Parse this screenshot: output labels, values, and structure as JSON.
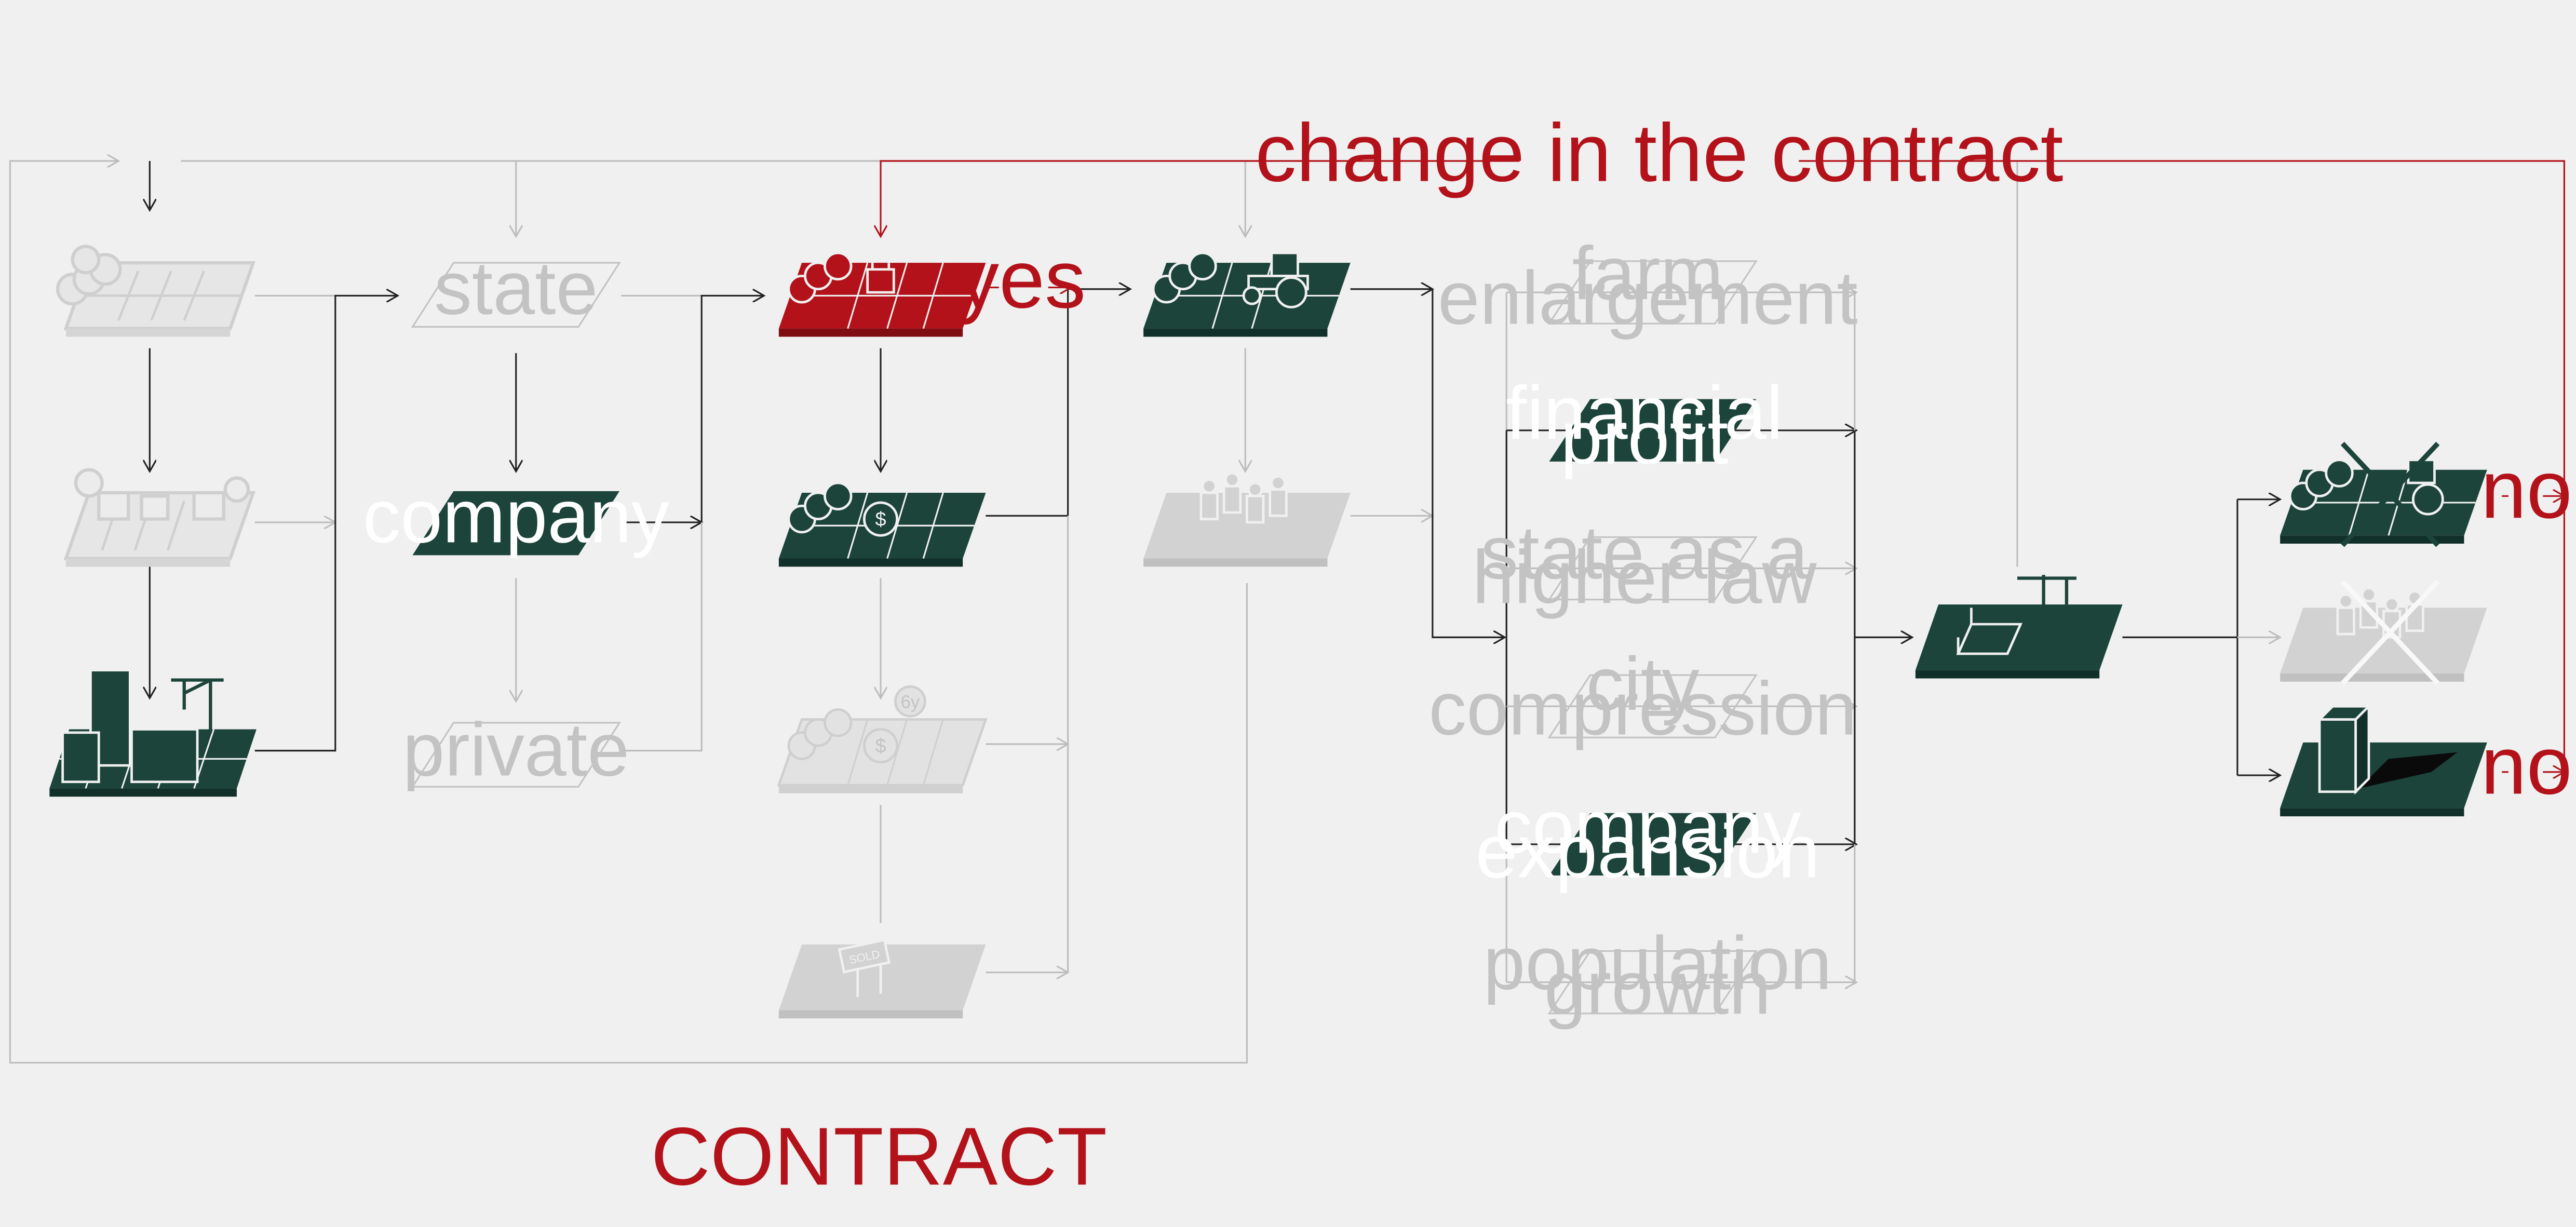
{
  "colors": {
    "background": "#f0f0f0",
    "dark_green": "#1c443a",
    "grey_fill": "#cfcfcf",
    "grey_line": "#bdbdbd",
    "red": "#b3121a",
    "black_line": "#222222"
  },
  "labels": {
    "state": "state",
    "company": "company",
    "private": "private",
    "yes": "yes",
    "change_contract": "change in the contract",
    "no_top": "no",
    "no_bottom": "no",
    "contract": "CONTRACT",
    "sold_sign": "SOLD",
    "years_badge": "6y"
  },
  "goals": [
    {
      "line1": "farm",
      "line2": "enlargement",
      "state": "inactive"
    },
    {
      "line1": "financial",
      "line2": "profit",
      "state": "active"
    },
    {
      "line1": "state as a",
      "line2": "higher law",
      "state": "inactive"
    },
    {
      "line1": "city",
      "line2": "compression",
      "state": "inactive"
    },
    {
      "line1": "company",
      "line2": "expansion",
      "state": "active"
    },
    {
      "line1": "population",
      "line2": "growth",
      "state": "inactive"
    }
  ],
  "icons": {
    "farmland_forest": "farmland-forest-icon",
    "village": "village-icon",
    "city_construction": "city-construction-icon",
    "locked_land": "locked-land-icon",
    "land_for_money": "land-money-icon",
    "land_lease": "land-lease-icon",
    "sold_land": "sold-land-icon",
    "tractor_farm": "tractor-farm-icon",
    "people_land": "people-land-icon",
    "construction_site": "construction-site-icon",
    "crossed_tractor_farm": "crossed-tractor-farm-icon",
    "crossed_people": "crossed-people-icon",
    "building_shadow": "building-shadow-icon"
  }
}
